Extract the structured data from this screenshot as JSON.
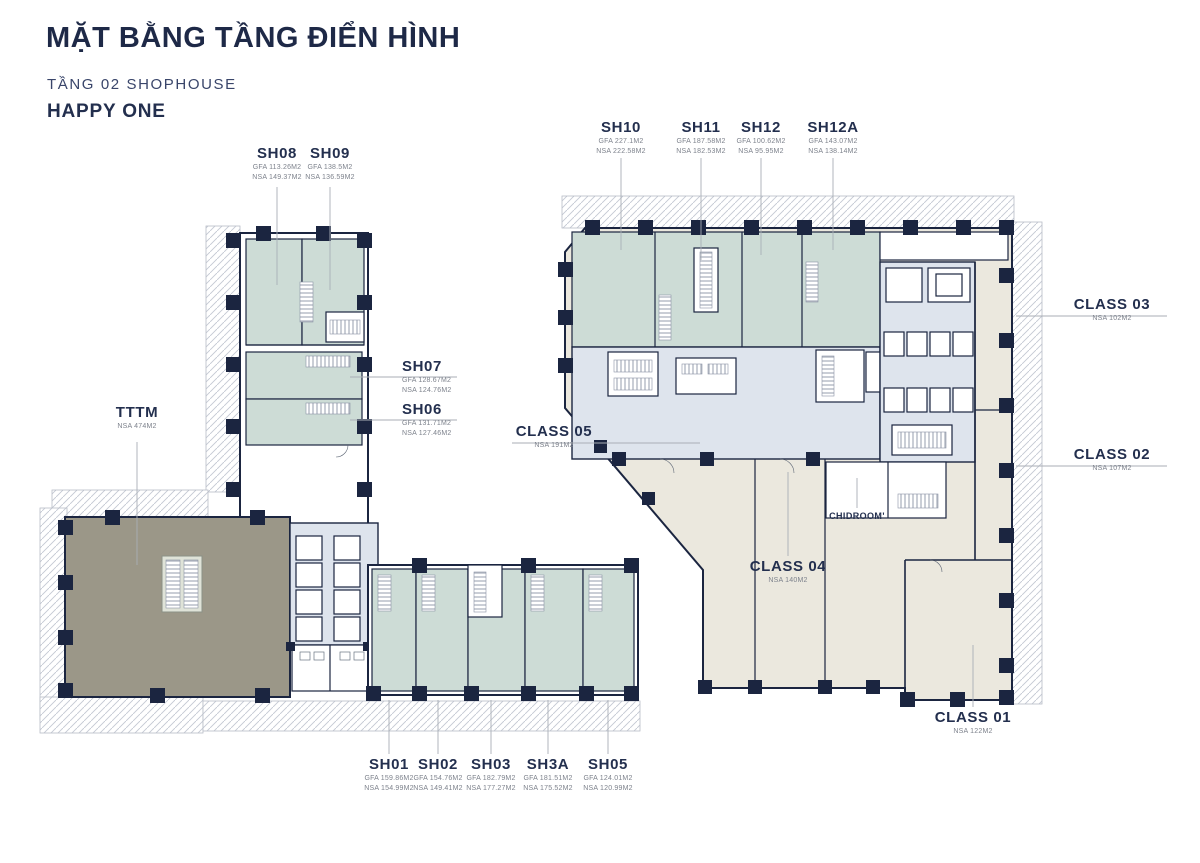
{
  "header": {
    "title": "MẶT BẰNG TẦNG ĐIỂN HÌNH",
    "subtitle": "TẦNG 02 SHOPHOUSE",
    "project": "HAPPY ONE"
  },
  "colors": {
    "navy_wall": "#1b2540",
    "shophouse_green": "#cddcd6",
    "class_cream": "#ebe8de",
    "core_blue": "#dee4ed",
    "tttm_gray": "#9b9788",
    "label_text": "#232f4e",
    "sub_text": "#7d828c"
  },
  "units": [
    {
      "id": "sh08",
      "name": "SH08",
      "gfa": "GFA 113.26M2",
      "nsa": "NSA 149.37M2"
    },
    {
      "id": "sh09",
      "name": "SH09",
      "gfa": "GFA 138.5M2",
      "nsa": "NSA 136.59M2"
    },
    {
      "id": "sh10",
      "name": "SH10",
      "gfa": "GFA 227.1M2",
      "nsa": "NSA 222.58M2"
    },
    {
      "id": "sh11",
      "name": "SH11",
      "gfa": "GFA 187.58M2",
      "nsa": "NSA 182.53M2"
    },
    {
      "id": "sh12",
      "name": "SH12",
      "gfa": "GFA 100.62M2",
      "nsa": "NSA 95.95M2"
    },
    {
      "id": "sh12a",
      "name": "SH12A",
      "gfa": "GFA 143.07M2",
      "nsa": "NSA 138.14M2"
    },
    {
      "id": "sh07",
      "name": "SH07",
      "gfa": "GFA 128.67M2",
      "nsa": "NSA 124.76M2"
    },
    {
      "id": "sh06",
      "name": "SH06",
      "gfa": "GFA 131.71M2",
      "nsa": "NSA 127.46M2"
    },
    {
      "id": "tttm",
      "name": "TTTM",
      "nsa": "NSA 474M2"
    },
    {
      "id": "class05",
      "name": "CLASS 05",
      "nsa": "NSA 191M2"
    },
    {
      "id": "class03",
      "name": "CLASS 03",
      "nsa": "NSA 102M2"
    },
    {
      "id": "class02",
      "name": "CLASS 02",
      "nsa": "NSA 107M2"
    },
    {
      "id": "class04",
      "name": "CLASS 04",
      "nsa": "NSA 140M2"
    },
    {
      "id": "chidroom",
      "name": "CHIDROOM'"
    },
    {
      "id": "class01",
      "name": "CLASS 01",
      "nsa": "NSA 122M2"
    },
    {
      "id": "sh01",
      "name": "SH01",
      "gfa": "GFA 159.86M2",
      "nsa": "NSA 154.99M2"
    },
    {
      "id": "sh02",
      "name": "SH02",
      "gfa": "GFA 154.76M2",
      "nsa": "NSA 149.41M2"
    },
    {
      "id": "sh03",
      "name": "SH03",
      "gfa": "GFA 182.79M2",
      "nsa": "NSA 177.27M2"
    },
    {
      "id": "sh3a",
      "name": "SH3A",
      "gfa": "GFA 181.51M2",
      "nsa": "NSA 175.52M2"
    },
    {
      "id": "sh05",
      "name": "SH05",
      "gfa": "GFA 124.01M2",
      "nsa": "NSA 120.99M2"
    }
  ]
}
